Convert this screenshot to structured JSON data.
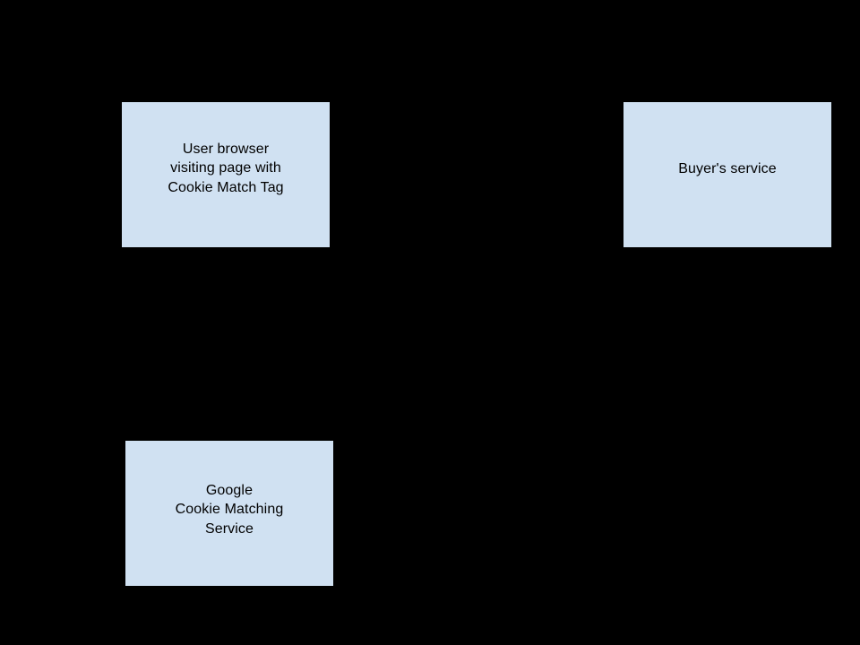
{
  "diagram": {
    "background_color": "#000000",
    "node_fill_color": "#d0e1f2",
    "node_text_color": "#000000",
    "nodes": [
      {
        "id": "user-browser",
        "label": "User browser\nvisiting page with\nCookie Match Tag",
        "lines": [
          "User browser",
          "visiting page with",
          "Cookie Match Tag"
        ]
      },
      {
        "id": "buyers-service",
        "label": "Buyer's service",
        "lines": [
          "Buyer's service"
        ]
      },
      {
        "id": "google-cookie-matching-service",
        "label": "Google\nCookie Matching\nService",
        "lines": [
          "Google",
          "Cookie Matching",
          "Service"
        ]
      }
    ]
  }
}
